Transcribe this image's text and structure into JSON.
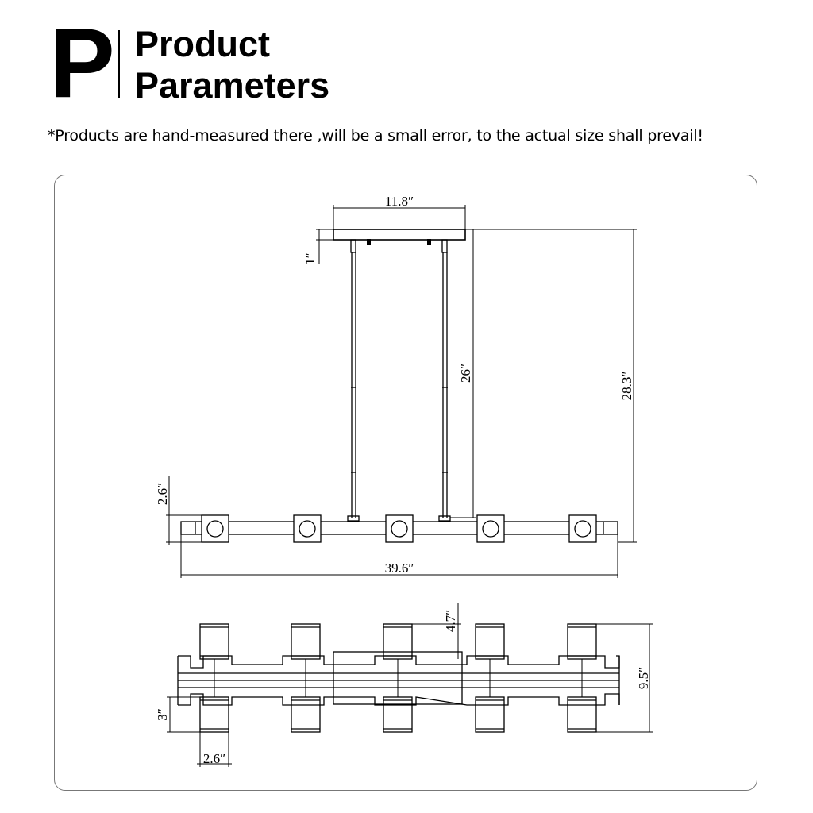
{
  "header": {
    "letter": "P",
    "title_line1": "Product",
    "title_line2": "Parameters"
  },
  "notice": "*Products are hand-measured there ,will be a small error, to the actual size shall prevail!",
  "dimensions": {
    "canopy_width": "11.8″",
    "canopy_height": "1″",
    "rod_length": "26″",
    "overall_height": "28.3″",
    "fixture_height": "2.6″",
    "overall_length": "39.6″",
    "shade_length": "4.7″",
    "overall_width": "9.5″",
    "shade_height": "3″",
    "shade_width": "2.6″"
  }
}
